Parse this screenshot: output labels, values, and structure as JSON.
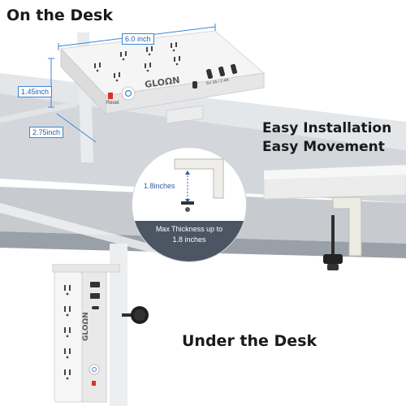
{
  "headings": {
    "on_desk": "On the Desk",
    "easy_installation": "Easy Installation",
    "easy_movement": "Easy Movement",
    "under_desk": "Under the Desk"
  },
  "dimensions": {
    "length": "6.0 inch",
    "height": "1.45inch",
    "depth": "2.75inch"
  },
  "clamp_detail": {
    "gap": "1.8inches",
    "caption": "Max Thickness up to 1.8 inches"
  },
  "product": {
    "brand": "GLOΩN",
    "reset_label": "Reset",
    "usb_label": "5V 3A / 2.4A"
  },
  "colors": {
    "desk_top": "#c8cdd3",
    "desk_dark": "#9ea4ab",
    "outlet_white": "#f4f4f4",
    "dimension_blue": "#3a86d4",
    "caption_bg": "#4b5563",
    "clamp_cream": "#ecebe4",
    "reset_red": "#d6332a"
  }
}
